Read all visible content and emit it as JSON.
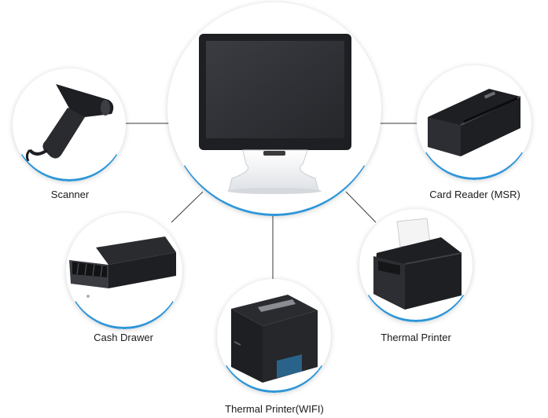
{
  "devices": {
    "pos_terminal": {
      "icon": "pos-monitor-icon"
    },
    "scanner": {
      "label": "Scanner",
      "icon": "barcode-scanner-icon"
    },
    "card_reader": {
      "label": "Card Reader (MSR)",
      "icon": "card-reader-icon"
    },
    "cash_drawer": {
      "label": "Cash Drawer",
      "icon": "cash-drawer-icon"
    },
    "thermal_printer": {
      "label": "Thermal Printer",
      "icon": "thermal-printer-icon"
    },
    "thermal_printer_wifi": {
      "label": "Thermal Printer(WIFI)",
      "icon": "wifi-thermal-printer-icon"
    }
  },
  "colors": {
    "accent_ring": "#2e96d8",
    "connector": "#3a3a3a",
    "device_dark": "#1e1f22",
    "device_light": "#eef0f2"
  }
}
